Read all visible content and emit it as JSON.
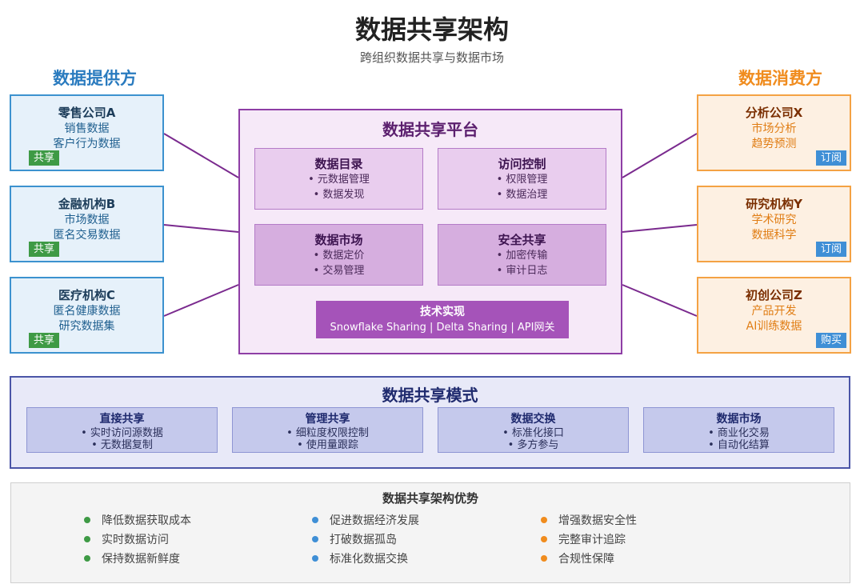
{
  "title": "数据共享架构",
  "subtitle": "跨组织数据共享与数据市场",
  "colors": {
    "provider": "#3c92cf",
    "consumer": "#f4a244",
    "platform": "#8e3ea5",
    "modes": "#4b55a7"
  },
  "providers": {
    "heading": "数据提供方",
    "items": [
      {
        "name": "零售公司A",
        "lines": [
          "销售数据",
          "客户行为数据"
        ],
        "tag": "共享"
      },
      {
        "name": "金融机构B",
        "lines": [
          "市场数据",
          "匿名交易数据"
        ],
        "tag": "共享"
      },
      {
        "name": "医疗机构C",
        "lines": [
          "匿名健康数据",
          "研究数据集"
        ],
        "tag": "共享"
      }
    ]
  },
  "consumers": {
    "heading": "数据消费方",
    "items": [
      {
        "name": "分析公司X",
        "lines": [
          "市场分析",
          "趋势预测"
        ],
        "tag": "订阅"
      },
      {
        "name": "研究机构Y",
        "lines": [
          "学术研究",
          "数据科学"
        ],
        "tag": "订阅"
      },
      {
        "name": "初创公司Z",
        "lines": [
          "产品开发",
          "AI训练数据"
        ],
        "tag": "购买"
      }
    ]
  },
  "platform": {
    "title": "数据共享平台",
    "modules": [
      {
        "name": "数据目录",
        "lines": [
          "• 元数据管理",
          "• 数据发现"
        ]
      },
      {
        "name": "访问控制",
        "lines": [
          "• 权限管理",
          "• 数据治理"
        ]
      },
      {
        "name": "数据市场",
        "lines": [
          "• 数据定价",
          "• 交易管理"
        ]
      },
      {
        "name": "安全共享",
        "lines": [
          "• 加密传输",
          "• 审计日志"
        ]
      }
    ],
    "tech": {
      "name": "技术实现",
      "line": "Snowflake Sharing | Delta Sharing | API网关"
    }
  },
  "modes": {
    "title": "数据共享模式",
    "items": [
      {
        "name": "直接共享",
        "lines": [
          "• 实时访问源数据",
          "• 无数据复制"
        ]
      },
      {
        "name": "管理共享",
        "lines": [
          "• 细粒度权限控制",
          "• 使用量跟踪"
        ]
      },
      {
        "name": "数据交换",
        "lines": [
          "• 标准化接口",
          "• 多方参与"
        ]
      },
      {
        "name": "数据市场",
        "lines": [
          "• 商业化交易",
          "• 自动化结算"
        ]
      }
    ]
  },
  "advantages": {
    "title": "数据共享架构优势",
    "columns": [
      [
        "降低数据获取成本",
        "实时数据访问",
        "保持数据新鲜度"
      ],
      [
        "促进数据经济发展",
        "打破数据孤岛",
        "标准化数据交换"
      ],
      [
        "增强数据安全性",
        "完整审计追踪",
        "合规性保障"
      ]
    ]
  }
}
